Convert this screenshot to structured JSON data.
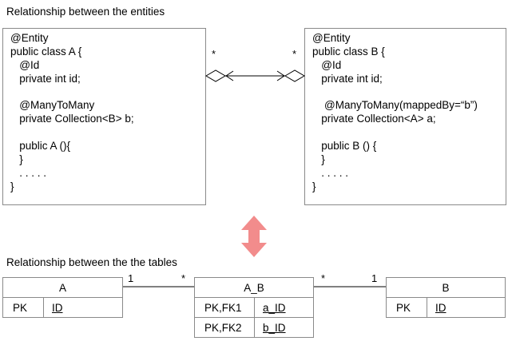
{
  "headings": {
    "entities": "Relationship between the entities",
    "tables": "Relationship between the the tables"
  },
  "entity_a": {
    "lines": [
      "@Entity",
      "public class A {",
      "   @Id",
      "   private int id;",
      "",
      "   @ManyToMany",
      "   private Collection<B> b;",
      "",
      "   public A (){",
      "   }",
      "   . . . . .",
      "}"
    ]
  },
  "entity_b": {
    "lines": [
      "@Entity",
      "public class B {",
      "   @Id",
      "   private int id;",
      "",
      "    @ManyToMany(mappedBy=“b”)",
      "   private Collection<A> a;",
      "",
      "   public B () {",
      "   }",
      "   . . . . .",
      "}"
    ]
  },
  "entity_multiplicity": {
    "left": "*",
    "right": "*"
  },
  "colors": {
    "arrow": "#f28c8c",
    "border": "#8a8a8a",
    "line": "#000000"
  },
  "table_a": {
    "name": "A",
    "key": "PK",
    "column": "ID"
  },
  "table_ab": {
    "name": "A_B",
    "rows": [
      {
        "key": "PK,FK1",
        "column": "a_ID"
      },
      {
        "key": "PK,FK2",
        "column": "b_ID"
      }
    ]
  },
  "table_b": {
    "name": "B",
    "key": "PK",
    "column": "ID"
  },
  "table_multiplicity": {
    "a_end": "1",
    "ab_left": "*",
    "ab_right": "*",
    "b_end": "1"
  }
}
